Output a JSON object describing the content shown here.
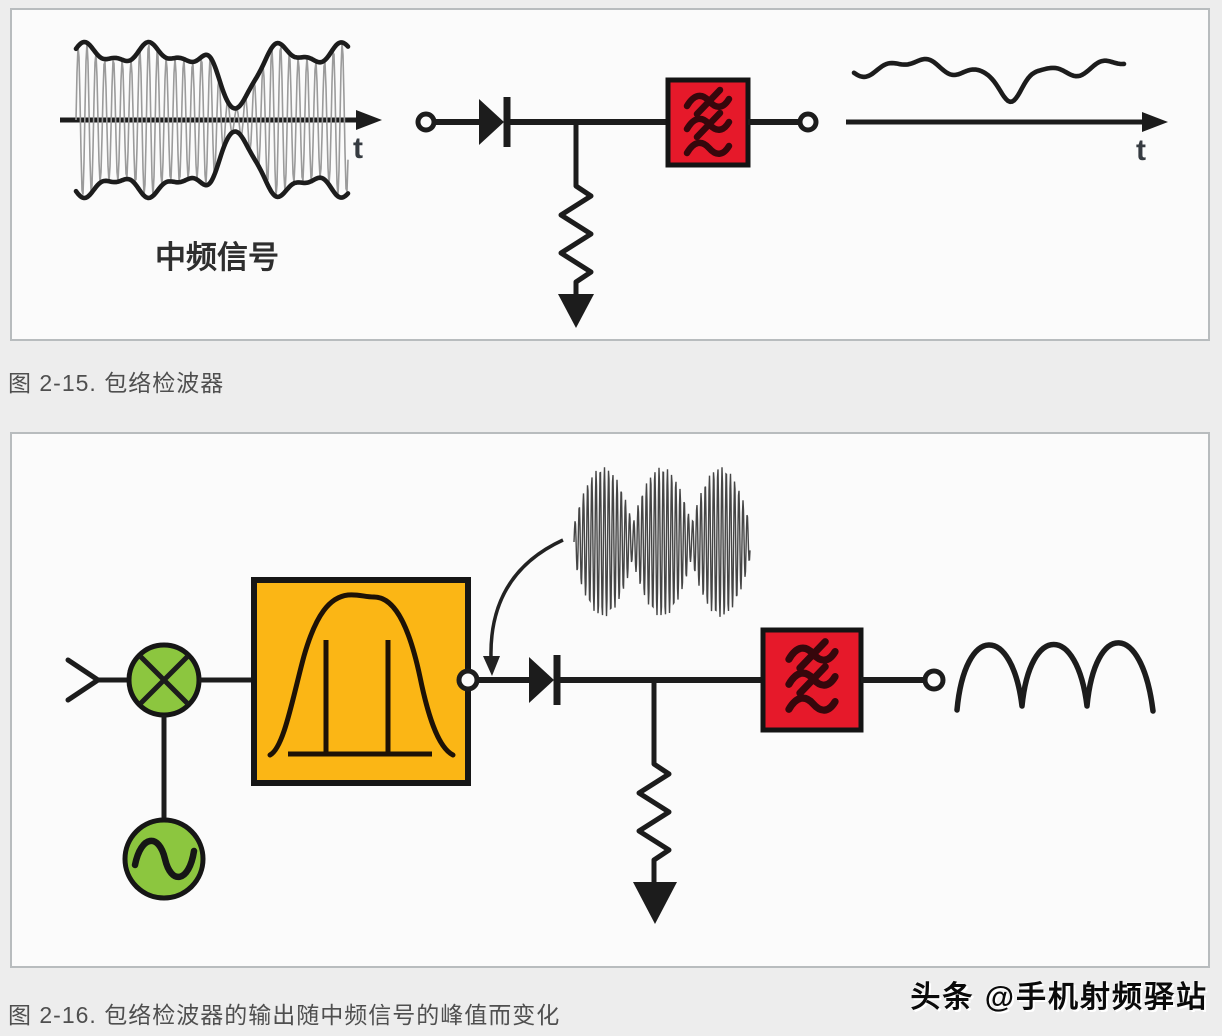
{
  "colors": {
    "page_bg": "#ededed",
    "panel_bg": "#fbfbfb",
    "panel_border": "#b8bcbe",
    "ink": "#1c1c1c",
    "carrier_gray": "#9b9b9b",
    "filter_red": "#e6192a",
    "filter_wave_dark": "#36070c",
    "if_filter_yellow": "#fbb615",
    "component_green": "#8cc63f",
    "caption_text": "#4f4f4f"
  },
  "figure15": {
    "caption": "图 2-15. 包络检波器",
    "signal_label": "中频信号",
    "axis_t_in": "t",
    "axis_t_out": "t"
  },
  "figure16": {
    "caption": "图 2-16. 包络检波器的输出随中频信号的峰值而变化"
  },
  "watermark": {
    "text": "头条 @手机射频驿站"
  }
}
